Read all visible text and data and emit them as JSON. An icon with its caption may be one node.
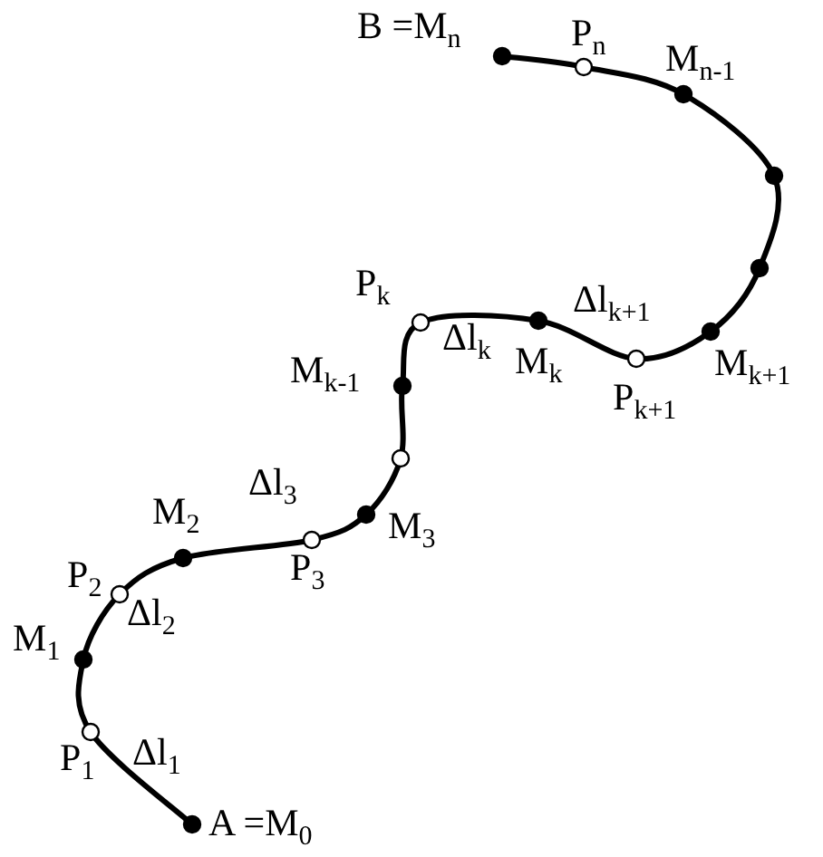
{
  "diagram": {
    "labels": [
      "B =M$_{n}$",
      "P$_{n}$",
      "M$_{n-1}$",
      "P$_{k}$",
      "Δl$_{k+1}$",
      "Δl$_{k}$",
      "M$_{k}$",
      "M$_{k+1}$",
      "M$_{k-1}$",
      "P$_{k+1}$",
      "Δl$_{3}$",
      "M$_{2}$",
      "M$_{3}$",
      "P$_{3}$",
      "P$_{2}$",
      "Δl$_{2}$",
      "M$_{1}$",
      "P$_{1}$",
      "Δl$_{1}$",
      "A =M$_{0}$"
    ]
  }
}
